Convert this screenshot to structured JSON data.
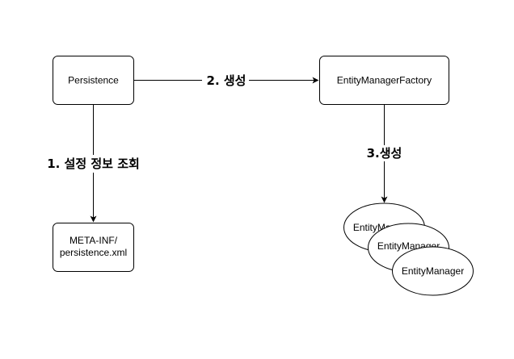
{
  "nodes": {
    "persistence": {
      "label": "Persistence"
    },
    "factory": {
      "label": "EntityManagerFactory"
    },
    "meta_inf": {
      "line1": "META-INF/",
      "line2": "persistence.xml"
    },
    "entity_managers": [
      {
        "label": "EntityManager"
      },
      {
        "label": "EntityManager"
      },
      {
        "label": "EntityManager"
      }
    ]
  },
  "edges": {
    "create_factory": {
      "label": "2. 생성"
    },
    "read_config": {
      "label": "1. 설정 정보 조회"
    },
    "create_manager": {
      "label": "3.생성"
    }
  },
  "colors": {
    "stroke": "#000000",
    "fill": "#ffffff",
    "text": "#000000"
  }
}
